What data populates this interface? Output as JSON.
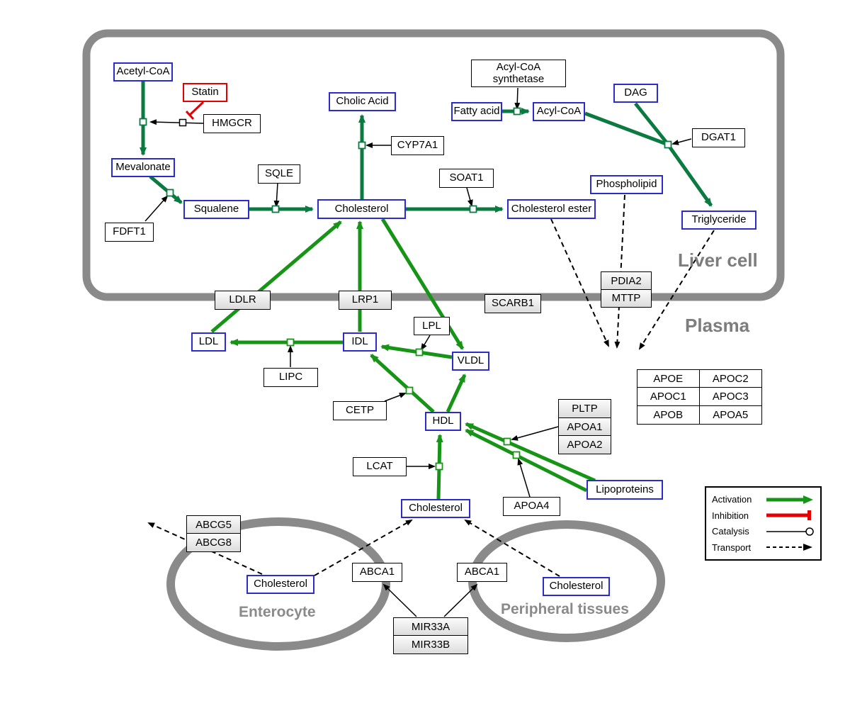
{
  "regions": {
    "liver": "Liver cell",
    "plasma": "Plasma",
    "enterocyte": "Enterocyte",
    "peripheral": "Peripheral tissues"
  },
  "nodes": {
    "acetyl_coa": "Acetyl-CoA",
    "statin": "Statin",
    "hmgcr": "HMGCR",
    "mevalonate": "Mevalonate",
    "fdft1": "FDFT1",
    "squalene": "Squalene",
    "sqle": "SQLE",
    "cholesterol_liver": "Cholesterol",
    "cholic_acid": "Cholic Acid",
    "cyp7a1": "CYP7A1",
    "soat1": "SOAT1",
    "cholesterol_ester": "Cholesterol ester",
    "fatty_acid": "Fatty acid",
    "acyl_coa_synthetase": {
      "line1": "Acyl-CoA",
      "line2": "synthetase"
    },
    "acyl_coa": "Acyl-CoA",
    "dag": "DAG",
    "dgat1": "DGAT1",
    "phospholipid": "Phospholipid",
    "triglyceride": "Triglyceride",
    "ldlr": "LDLR",
    "lrp1": "LRP1",
    "scarb1": "SCARB1",
    "pdia2": "PDIA2",
    "mttp": "MTTP",
    "ldl": "LDL",
    "idl": "IDL",
    "lipc": "LIPC",
    "lpl": "LPL",
    "vldl": "VLDL",
    "cetp": "CETP",
    "hdl": "HDL",
    "lcat": "LCAT",
    "apoe": "APOE",
    "apoc2": "APOC2",
    "apoc1": "APOC1",
    "apoc3": "APOC3",
    "apob": "APOB",
    "apoa5": "APOA5",
    "pltp": "PLTP",
    "apoa1": "APOA1",
    "apoa2": "APOA2",
    "apoa4": "APOA4",
    "lipoproteins": "Lipoproteins",
    "cholesterol_plasma": "Cholesterol",
    "abcg5": "ABCG5",
    "abcg8": "ABCG8",
    "cholesterol_enterocyte": "Cholesterol",
    "abca1_left": "ABCA1",
    "abca1_right": "ABCA1",
    "mir33a": "MIR33A",
    "mir33b": "MIR33B",
    "cholesterol_peripheral": "Cholesterol"
  },
  "legend": {
    "activation": "Activation",
    "inhibition": "Inhibition",
    "catalysis": "Catalysis",
    "transport": "Transport"
  },
  "colors": {
    "metabolite_border_blue": "#2b2bcf",
    "inhibitor_border_red": "#e60000",
    "liver_edge_green": "#0a7a40",
    "plasma_edge_green": "#169416",
    "inhibition_red": "#e60000",
    "membrane_gray": "#8a8a8a",
    "region_label_gray": "#7d7d7d"
  }
}
